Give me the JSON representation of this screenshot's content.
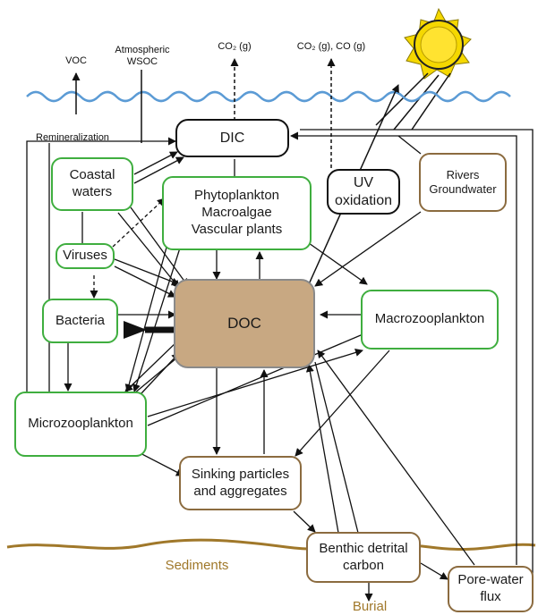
{
  "labels": {
    "voc": "VOC",
    "wsoc": "Atmospheric\nWSOC",
    "co2": "CO₂ (g)",
    "co2co": "CO₂ (g), CO (g)",
    "remineralization": "Remineralization",
    "sediments": "Sediments",
    "burial": "Burial"
  },
  "nodes": {
    "dic": "DIC",
    "uv": "UV\noxidation",
    "rivers": "Rivers\nGroundwater",
    "coastal": "Coastal\nwaters",
    "phyto": "Phytoplankton\nMacroalgae\nVascular plants",
    "viruses": "Viruses",
    "bacteria": "Bacteria",
    "doc": "DOC",
    "macrozoo": "Macrozooplankton",
    "microzoo": "Microzooplankton",
    "sinking": "Sinking particles\nand aggregates",
    "benthic": "Benthic detrital\ncarbon",
    "porewater": "Pore-water\nflux"
  },
  "colors": {
    "green": "#3fae3f",
    "brown": "#8b6b3f",
    "doc_fill": "#c8a882",
    "water": "#5b9bd5",
    "sediment": "#a0782a",
    "sun": "#f5d800"
  },
  "icons": {
    "sun": "sun-icon",
    "water": "water-surface-wave",
    "sediment": "sediment-line"
  }
}
